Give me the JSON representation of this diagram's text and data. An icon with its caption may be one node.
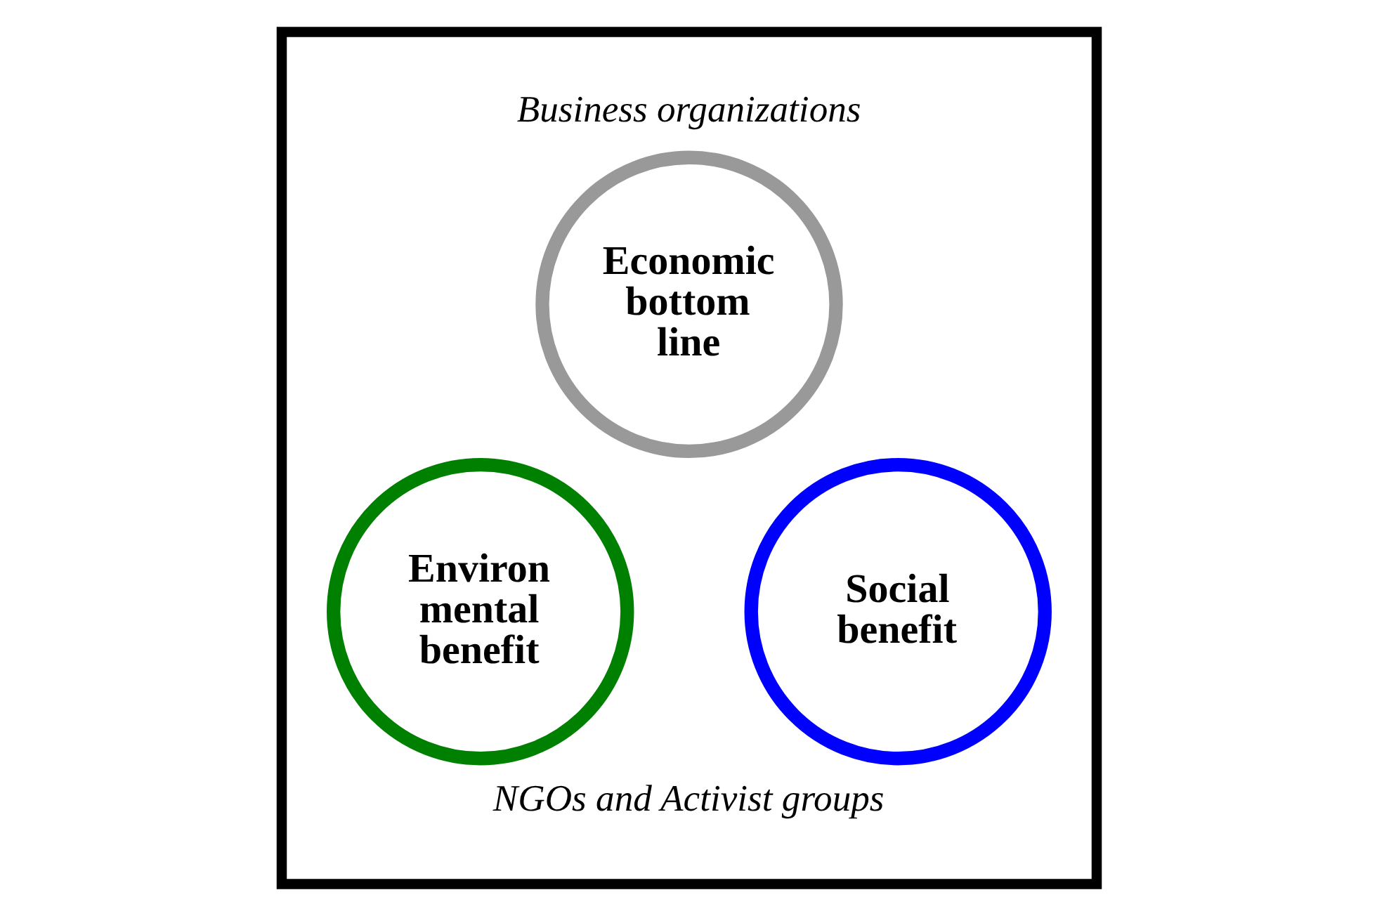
{
  "diagram": {
    "nodes": [
      {
        "text": [],
        "shape": "box"
      },
      {
        "text": [
          "Economic bottom line"
        ],
        "in": 0
      },
      {
        "text": [
          "Environ mental benefit"
        ],
        "in": 0
      },
      {
        "text": [
          "Social benefit"
        ],
        "in": 0
      }
    ],
    "labels": [
      "Business organizations",
      "NGOs and Activist groups"
    ]
  }
}
